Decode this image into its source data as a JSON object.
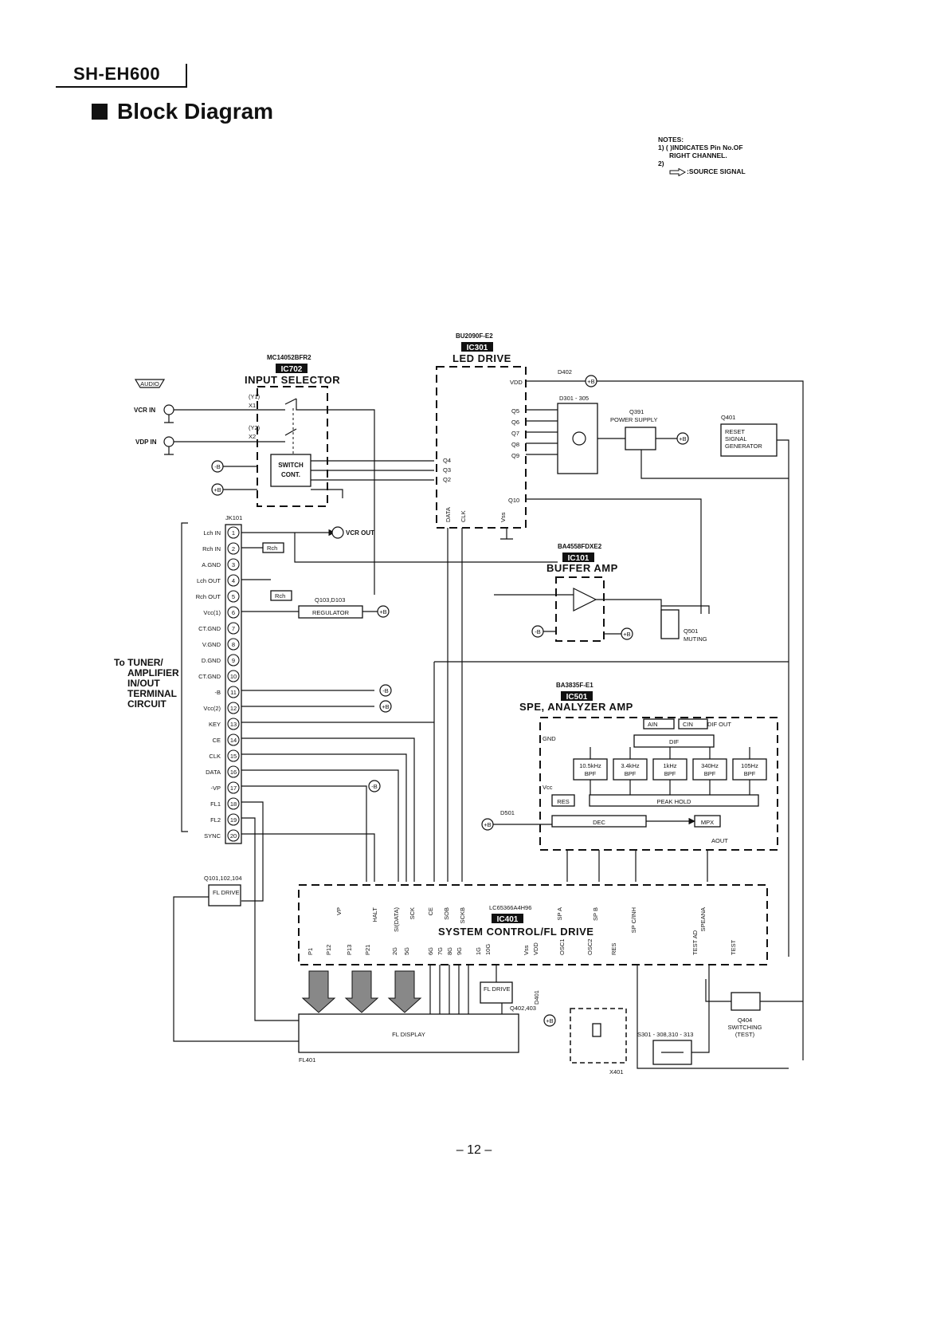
{
  "header": {
    "model": "SH-EH600",
    "title": "Block Diagram"
  },
  "notes": {
    "heading": "NOTES:",
    "line1": "1) ( )INDICATES Pin No.OF",
    "line2": "RIGHT CHANNEL.",
    "line3": "2)",
    "line4": ":SOURCE SIGNAL"
  },
  "blocks": {
    "ic702": {
      "part": "MC14052BFR2",
      "tag": "IC702",
      "title": "INPUT SELECTOR",
      "switch": [
        "SWITCH",
        "CONT."
      ]
    },
    "ic301": {
      "part": "BU2090F-E2",
      "tag": "IC301",
      "title": "LED DRIVE",
      "pins": [
        "VDD",
        "Q5",
        "Q6",
        "Q7",
        "Q8",
        "Q9",
        "Q10",
        "Q4",
        "Q3",
        "Q2",
        "DATA",
        "CLK",
        "Vss"
      ]
    },
    "ic101": {
      "part": "BA4558FDXE2",
      "tag": "IC101",
      "title": "BUFFER AMP"
    },
    "ic501": {
      "part": "BA3835F-E1",
      "tag": "IC501",
      "title": "SPE, ANALYZER AMP",
      "filters": [
        "10.5kHz BPF",
        "3.4kHz BPF",
        "1kHz BPF",
        "340Hz BPF",
        "105Hz BPF"
      ],
      "blocks": [
        "DIF",
        "PEAK HOLD",
        "RES",
        "DEC",
        "MPX"
      ],
      "pins": [
        "AIN",
        "CIN",
        "DIF OUT",
        "GND",
        "Vcc",
        "AOUT"
      ]
    },
    "ic401": {
      "part": "LC65366A4H96",
      "tag": "IC401",
      "title": "SYSTEM CONTROL/FL DRIVE",
      "top_pins": [
        "VP",
        "HALT",
        "SI(DATA)",
        "SCK",
        "CE",
        "SOB",
        "SCKB",
        "SP A",
        "SP B",
        "SP C/INH",
        "SPEANA"
      ],
      "bottom_pins": [
        "P1",
        "P12",
        "P13",
        "P21",
        "2G",
        "5G",
        "6G",
        "7G",
        "8G",
        "9G",
        "1G",
        "10G",
        "Vss",
        "VDD",
        "OSC1",
        "OSC2",
        "RES",
        "TEST AD",
        "TEST"
      ]
    },
    "fl_display": {
      "label": "FL DISPLAY",
      "ref": "FL401"
    },
    "fl_drive": {
      "label": "FL DRIVE",
      "ref": "Q101,102,104"
    },
    "fl_drive2": {
      "label": "FL DRIVE",
      "ref": "Q402,403"
    },
    "d301": {
      "label": "D301 - 305"
    },
    "q391": {
      "ref": "Q391",
      "label": "POWER SUPPLY"
    },
    "q401": {
      "ref": "Q401",
      "label": [
        "RESET",
        "SIGNAL",
        "GENERATOR"
      ]
    },
    "regulator": {
      "ref": "Q103,D103",
      "label": "REGULATOR"
    },
    "q501": {
      "ref": "Q501",
      "label": "MUTING"
    },
    "q404": {
      "ref": "Q404",
      "label": [
        "SWITCHING",
        "(TEST)"
      ]
    },
    "switches": {
      "ref": "S301 - 308,310 - 313"
    },
    "x401": "X401",
    "d401": "D401",
    "d402": "D402",
    "d501": "D501"
  },
  "jk101": {
    "ref": "JK101",
    "pins": [
      "Lch IN",
      "Rch IN",
      "A.GND",
      "Lch OUT",
      "Rch OUT",
      "Vcc(1)",
      "CT.GND",
      "V.GND",
      "D.GND",
      "CT.GND",
      "-B",
      "Vcc(2)",
      "KEY",
      "CE",
      "CLK",
      "DATA",
      "-VP",
      "FL1",
      "FL2",
      "SYNC"
    ]
  },
  "side_label": [
    "To TUNER/",
    "AMPLIFIER",
    "IN/OUT",
    "TERMINAL",
    "CIRCUIT"
  ],
  "signals": {
    "audio": "AUDIO",
    "vcr_in": "VCR IN",
    "vdp_in": "VDP IN",
    "vcr_out": "VCR OUT",
    "rch": "Rch",
    "plus_b": "+B",
    "minus_b": "-B",
    "y1": "(Y1)",
    "x1": "X1",
    "y2": "(Y2)",
    "x2": "X2"
  },
  "page_number": "– 12 –"
}
